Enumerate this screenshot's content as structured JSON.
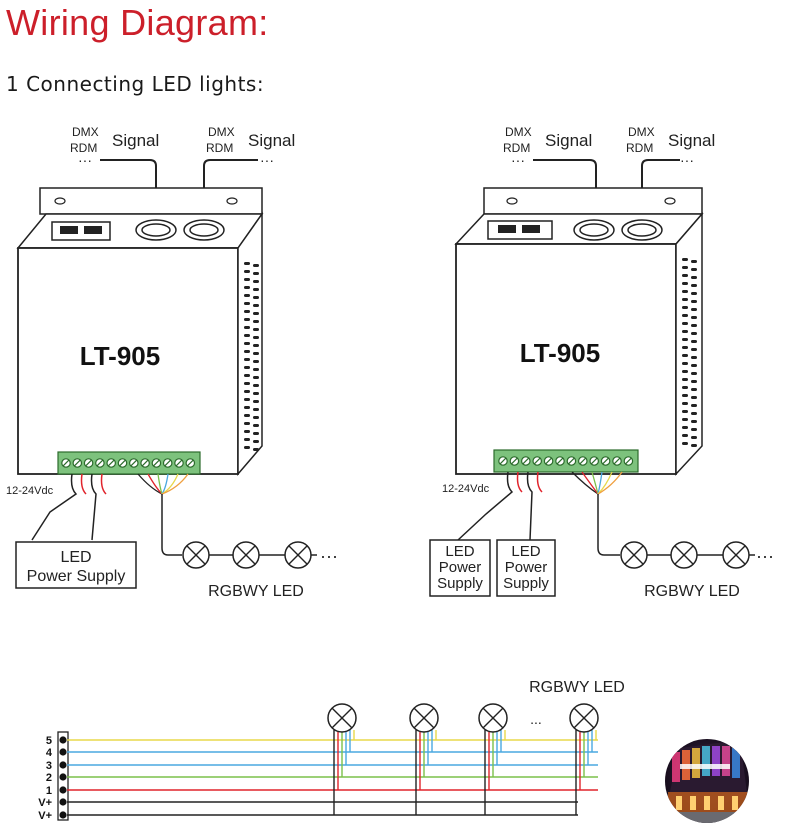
{
  "header": {
    "title": "Wiring Diagram:",
    "section": "1 Connecting LED lights:"
  },
  "colors": {
    "title": "#cc1f2a",
    "terminal_block": "#7dc27d",
    "wire_yellow": "#e8d84a",
    "wire_blue": "#4aa8e0",
    "wire_green": "#7cc04a",
    "wire_red": "#e0242c",
    "wire_black": "#222222"
  },
  "diagram_left": {
    "signal_labels": [
      {
        "proto": "DMX",
        "proto2": "RDM",
        "text": "Signal",
        "dots": "···"
      },
      {
        "proto": "DMX",
        "proto2": "RDM",
        "text": "Signal",
        "dots": "···"
      }
    ],
    "model": "LT-905",
    "voltage": "12-24Vdc",
    "power_supply": [
      "LED",
      "Power Supply"
    ],
    "led_label": "RGBWY LED",
    "led_dots": "···"
  },
  "diagram_right": {
    "signal_labels": [
      {
        "proto": "DMX",
        "proto2": "RDM",
        "text": "Signal",
        "dots": "···"
      },
      {
        "proto": "DMX",
        "proto2": "RDM",
        "text": "Signal",
        "dots": "···"
      }
    ],
    "model": "LT-905",
    "voltage": "12-24Vdc",
    "power_supply_1": [
      "LED",
      "Power",
      "Supply"
    ],
    "power_supply_2": [
      "LED",
      "Power",
      "Supply"
    ],
    "led_label": "RGBWY LED",
    "led_dots": "···"
  },
  "bottom_diagram": {
    "led_label": "RGBWY LED",
    "ellipsis": "...",
    "terminals": [
      "5",
      "4",
      "3",
      "2",
      "1",
      "V+",
      "V+"
    ]
  }
}
